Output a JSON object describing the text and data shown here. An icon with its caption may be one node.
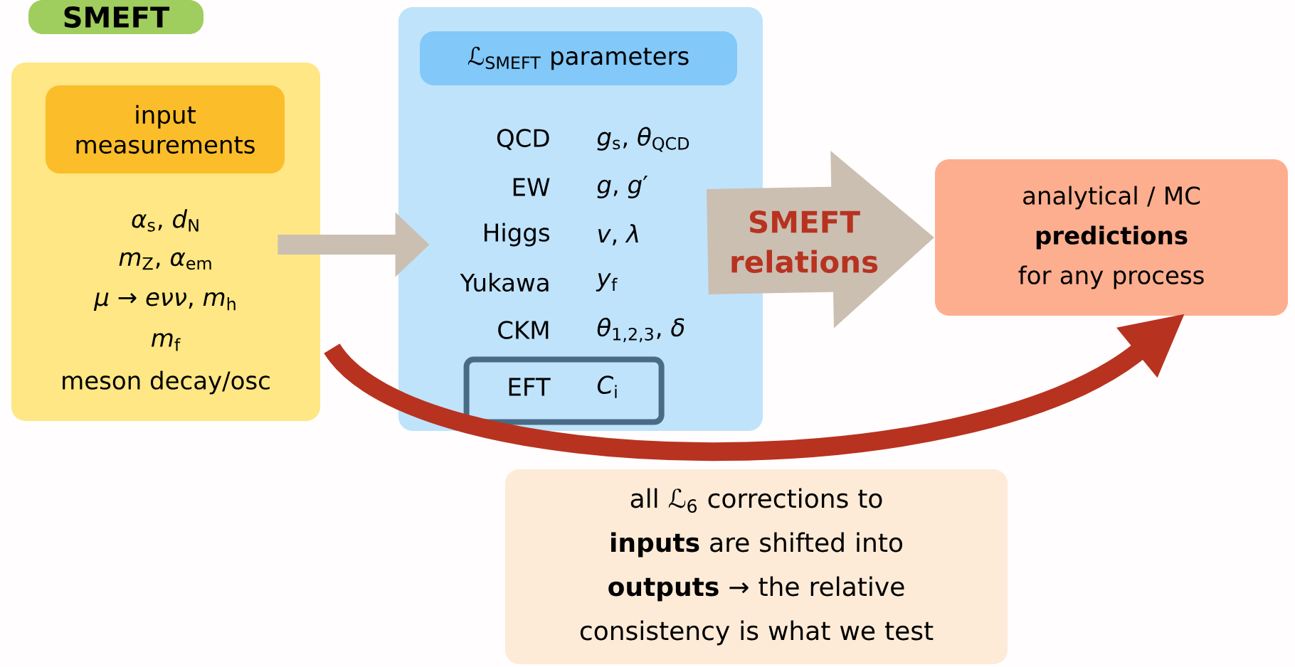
{
  "diagram": {
    "nodes": [
      {
        "text": [
          "SMEFT"
        ]
      },
      {
        "text": [
          "*α*$_{s}$, *d*$_{N}$",
          "*m*$_{Z}$, *α*$_{em}$",
          "*μ* → *eνν*, *m*$_{h}$",
          "*m*$_{f}$",
          "meson decay/osc"
        ]
      },
      {
        "text": [
          "input measurements"
        ],
        "in": 1
      },
      {
        "text": [
          "QCD",
          "*g*$_{s}$, *θ*$_{QCD}$",
          "EW",
          "*g*, *g*′",
          "Higgs",
          "*v*, *λ*",
          "Yukawa",
          "*y*$_{f}$",
          "CKM",
          "*θ*$_{1,2,3}$, *δ*"
        ]
      },
      {
        "text": [
          "ℒ$_{SMEFT}$ parameters"
        ],
        "in": 3
      },
      {
        "text": [
          "EFT",
          "*C*$_{i}$"
        ],
        "in": 3
      },
      {
        "text": [
          "analytical / MC **predictions** for any process"
        ]
      },
      {
        "text": [
          "all ℒ$_{6}$ corrections to **inputs** are shifted into **outputs** → the relative consistency is what we test"
        ]
      }
    ],
    "edges": [
      {
        "from": 1,
        "to": 3,
        "arrow": "to",
        "color": "#cbbfb2"
      },
      {
        "from": 3,
        "to": 6,
        "arrow": "to",
        "label": "SMEFT relations",
        "style": "thick",
        "color": "#cbbfb2"
      },
      {
        "from": 1,
        "to": 6,
        "arrow": "to",
        "color": "#b83220"
      }
    ]
  }
}
